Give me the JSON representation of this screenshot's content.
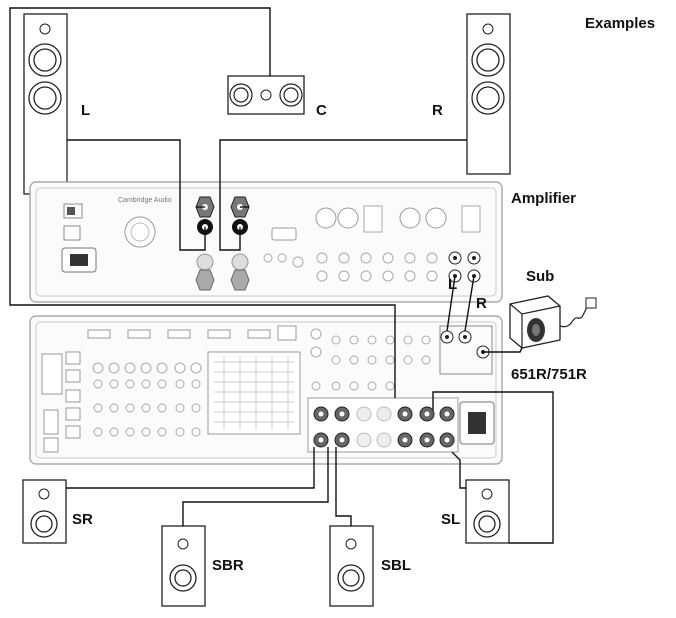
{
  "header": {
    "label": "Examples"
  },
  "speakers": {
    "front_left": "L",
    "center": "C",
    "front_right": "R",
    "surround_right": "SR",
    "surround_left": "SL",
    "surround_back_right": "SBR",
    "surround_back_left": "SBL"
  },
  "devices": {
    "amplifier": {
      "label": "Amplifier",
      "brand": "Cambridge Audio",
      "left_input": "L",
      "right_input": "R"
    },
    "subwoofer": {
      "label": "Sub"
    },
    "receiver": {
      "label": "651R/751R"
    }
  }
}
